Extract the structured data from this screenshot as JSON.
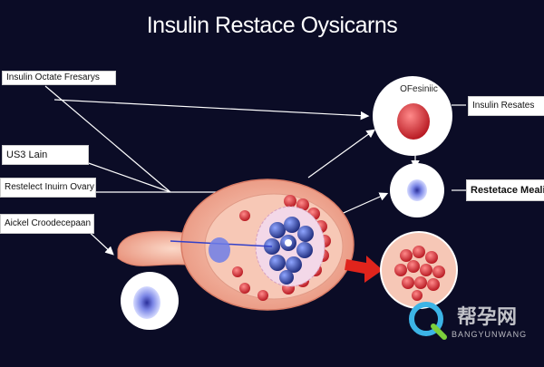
{
  "title": "Insulin Restace Oysicarns",
  "labels": {
    "top_left": "Insulin Octate Fresarys",
    "left_mid": "US3 Lain",
    "left_3": "Restelect Inuirn Ovary",
    "left_4": "Aickel Croodecepaan",
    "right_1": "Insulin Resates",
    "right_2": "Restetace Mealin",
    "circle_top": "OFesiniic"
  },
  "watermark": {
    "cn": "帮孕网",
    "en": "BANGYUNWANG"
  },
  "colors": {
    "background": "#0b0c26",
    "organ_pink": "#f4b9a8",
    "blood_red": "#c8202a",
    "nucleus_blue": "#2e3f9a",
    "arrow_red": "#e0241c"
  }
}
